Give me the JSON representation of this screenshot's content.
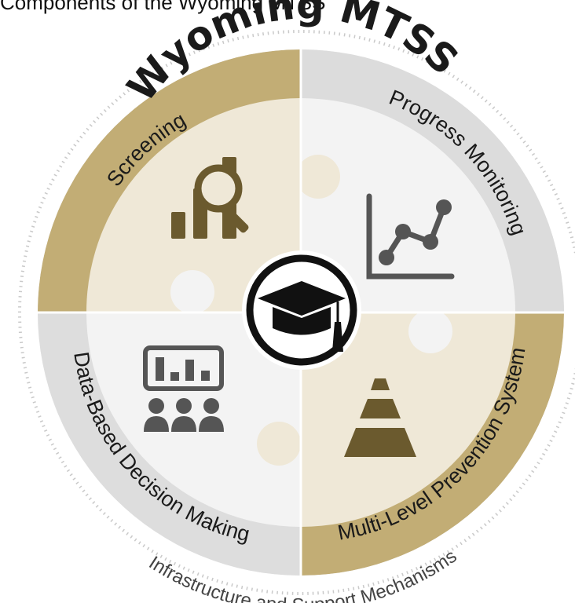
{
  "caption": "Components of the Wyoming MTSS",
  "title": "Wyoming MTSS",
  "footer": "Infrastructure and Support Mechanisms",
  "quadrants": {
    "top_left": "Screening",
    "top_right": "Progress Monitoring",
    "bottom_left": "Data-Based Decision Making",
    "bottom_right": "Multi-Level Prevention System"
  },
  "icons": {
    "center": "graduation-cap-icon",
    "top_left": "bar-chart-magnifier-icon",
    "top_right": "line-graph-icon",
    "bottom_left": "presentation-audience-icon",
    "bottom_right": "pyramid-icon"
  },
  "colors": {
    "gold": "#b39a59",
    "gold_light": "#ddd0b0",
    "gold_fill": "#efe8d7",
    "gray_band": "#dcdcdc",
    "gray_fill": "#f2f2f2",
    "icon_dark": "#6b5a2e",
    "icon_gray": "#555555"
  }
}
